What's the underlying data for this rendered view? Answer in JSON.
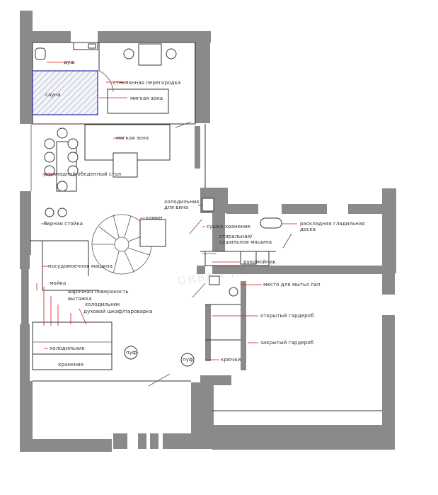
{
  "labels": {
    "shower": "душ",
    "glass_partition": "стеклянная перегородка",
    "sauna": "сауна",
    "soft_zone_top": "мягкая зона",
    "soft_zone_mid": "мягкая зона",
    "folding_table": "раскладной обеденный стол",
    "wine_fridge": "холодильник\nдля вина",
    "fireplace": "камин",
    "bar_counter": "барная стойка",
    "dishwasher": "посудомоечная машина",
    "sink": "мойка",
    "hob": "варочная поверхность",
    "hood": "вытяжка",
    "fridge_top": "холодильник",
    "oven": "духовой шкаф/пароварка",
    "fridge_bottom": "холодильник",
    "storage_kitchen": "хранение",
    "drying_storage": "сушка  хранение",
    "washing_machine": "стиральная/\nсушильная машина",
    "ironing_board": "раскладная гладильная\nдоска",
    "washbasin": "рукомойник",
    "paw_wash": "место для мытья лап",
    "open_wardrobe": "открытый гардероб",
    "closed_wardrobe": "закрытый гардероб",
    "hooks": "крючки",
    "pouf_left": "пуф",
    "pouf_right": "пуф"
  },
  "watermark": "URBAN HOUSE",
  "colors": {
    "wall": "#8a8a8a",
    "leader": "#d21a1a",
    "sauna_outline": "#2b2ba8"
  }
}
